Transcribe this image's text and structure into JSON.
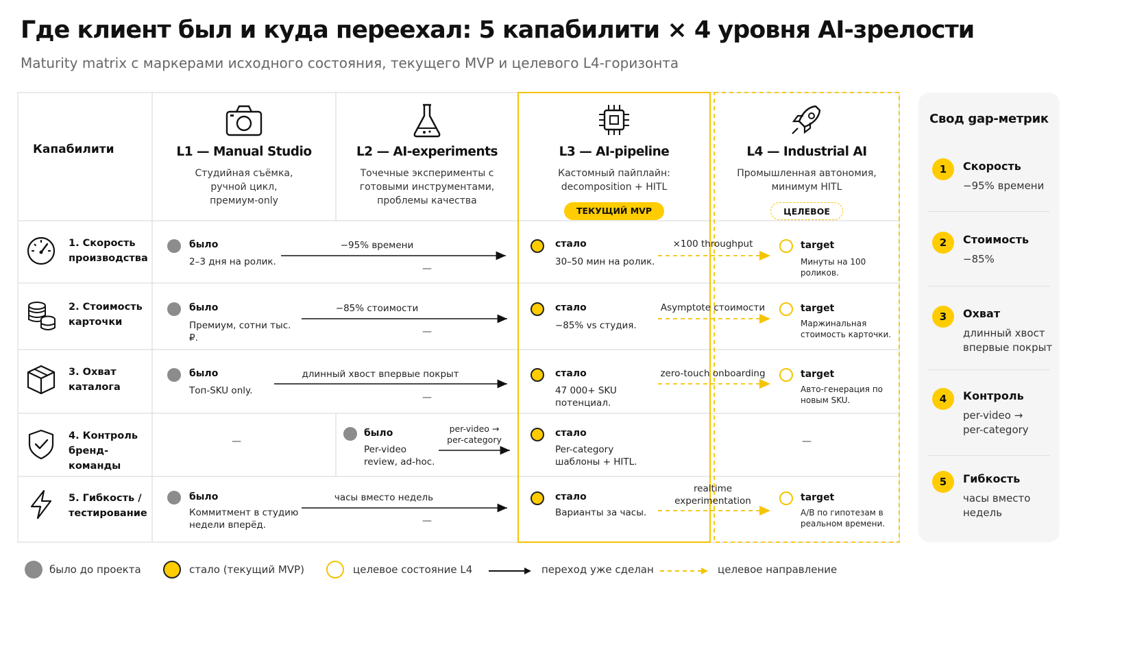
{
  "title": "Где клиент был и куда переехал: 5 капабилити × 4 уровня AI-зрелости",
  "subtitle": "Maturity matrix с маркерами исходного состояния, текущего MVP и целевого L4-горизонта",
  "colors": {
    "accent": "#FFCC00",
    "was": "#8c8c8c",
    "grid": "#dddddd",
    "text": "#111111"
  },
  "header": {
    "capabilities_label": "Капабилити",
    "levels": [
      {
        "title": "L1 — Manual Studio",
        "desc": "Студийная съёмка, ручной цикл, премиум-only",
        "icon": "camera-icon"
      },
      {
        "title": "L2 — AI-experiments",
        "desc": "Точечные эксперименты с готовыми инструментами, проблемы качества",
        "icon": "flask-icon"
      },
      {
        "title": "L3 — AI-pipeline",
        "desc": "Кастомный пайплайн: decomposition + HITL",
        "badge": "ТЕКУЩИЙ MVP",
        "icon": "chip-icon"
      },
      {
        "title": "L4 — Industrial AI",
        "desc": "Промышленная автономия, минимум HITL",
        "badge": "ЦЕЛЕВОЕ",
        "icon": "rocket-icon"
      }
    ]
  },
  "rows": [
    {
      "label": "1. Скорость производства",
      "icon": "speedometer-icon",
      "was_title": "было",
      "was_desc": "2–3 дня на ролик.",
      "arrow_label": "−95% времени",
      "now_title": "стало",
      "now_desc": "30–50 мин на ролик.",
      "target_arrow_label": "×100 throughput",
      "target_title": "target",
      "target_desc": "Минуты на 100 роликов.",
      "dash": "—"
    },
    {
      "label": "2. Стоимость карточки",
      "icon": "coins-icon",
      "was_title": "было",
      "was_desc": "Премиум, сотни тыс. ₽.",
      "arrow_label": "−85% стоимости",
      "now_title": "стало",
      "now_desc": "−85% vs студия.",
      "target_arrow_label": "Asymptote стоимости",
      "target_title": "target",
      "target_desc": "Маржинальная стоимость карточки.",
      "dash": "—"
    },
    {
      "label": "3. Охват каталога",
      "icon": "box-icon",
      "was_title": "было",
      "was_desc": "Топ-SKU only.",
      "arrow_label": "длинный хвост впервые покрыт",
      "now_title": "стало",
      "now_desc": "47 000+ SKU потенциал.",
      "target_arrow_label": "zero-touch onboarding",
      "target_title": "target",
      "target_desc": "Авто-генерация по новым SKU.",
      "dash": "—"
    },
    {
      "label": "4. Контроль бренд-команды",
      "icon": "shield-check-icon",
      "l1_dash": "—",
      "was_title": "было",
      "was_desc": "Per-video review, ad-hoc.",
      "arrow_label": "per-video → per-category",
      "now_title": "стало",
      "now_desc": "Per-category шаблоны + HITL.",
      "target_dash": "—"
    },
    {
      "label": "5. Гибкость / тестирование",
      "icon": "lightning-icon",
      "was_title": "было",
      "was_desc": "Коммитмент в студию недели вперёд.",
      "arrow_label": "часы вместо недель",
      "now_title": "стало",
      "now_desc": "Варианты за часы.",
      "target_arrow_label": "realtime experimentation",
      "target_title": "target",
      "target_desc": "A/B по гипотезам в реальном времени.",
      "dash": "—"
    }
  ],
  "summary": {
    "title": "Свод gap-метрик",
    "items": [
      {
        "num": "1",
        "label": "Скорость",
        "value": "−95% времени"
      },
      {
        "num": "2",
        "label": "Стоимость",
        "value": "−85%"
      },
      {
        "num": "3",
        "label": "Охват",
        "value": "длинный хвост впервые покрыт"
      },
      {
        "num": "4",
        "label": "Контроль",
        "value": "per-video → per-category"
      },
      {
        "num": "5",
        "label": "Гибкость",
        "value": "часы вместо недель"
      }
    ]
  },
  "legend": {
    "was": "было до проекта",
    "now": "стало (текущий MVP)",
    "target": "целевое состояние L4",
    "done": "переход уже сделан",
    "direction": "целевое направление"
  }
}
